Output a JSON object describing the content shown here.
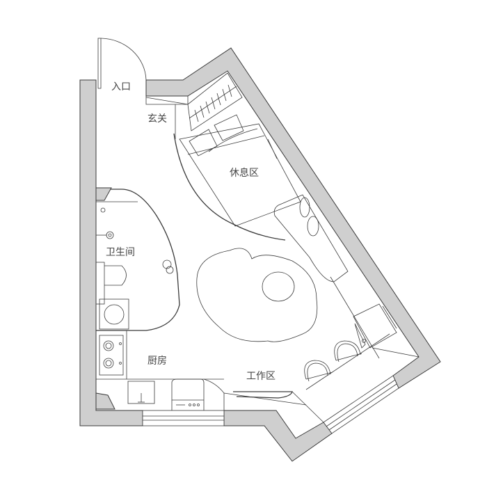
{
  "rooms": {
    "entrance": "入口",
    "foyer": "玄关",
    "rest_area": "休息区",
    "bathroom": "卫生间",
    "kitchen": "厨房",
    "work_area": "工作区"
  },
  "colors": {
    "wall_fill": "#cfcfcf",
    "line": "#3a3a3a",
    "background": "#ffffff"
  }
}
